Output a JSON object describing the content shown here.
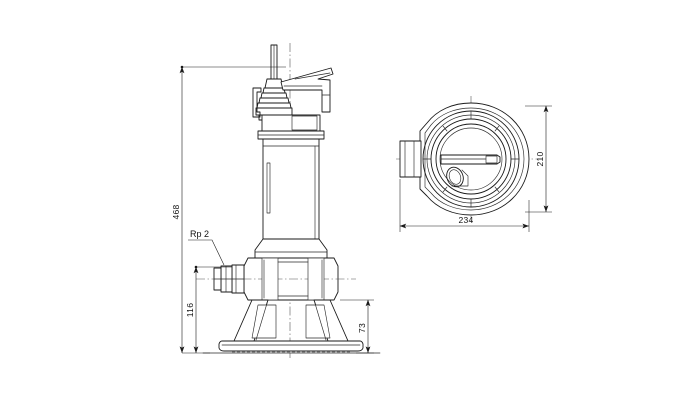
{
  "drawing": {
    "title": "Submersible pump dimensional drawing",
    "background_color": "#ffffff",
    "line_color": "#1a1a1a",
    "views": {
      "front": {
        "name": "front-elevation-view",
        "description": "Submersible sewage pump front elevation with motor housing, volute, discharge flange and base stand"
      },
      "top": {
        "name": "top-plan-view",
        "description": "Circular top plan view of pump showing cooling jacket ring, lifting bracket and discharge port"
      }
    },
    "dimensions": {
      "overall_height": "468",
      "inlet_height": "116",
      "base_height": "73",
      "plan_width": "234",
      "plan_height": "210"
    },
    "annotations": {
      "discharge_thread": "Rp 2"
    }
  }
}
